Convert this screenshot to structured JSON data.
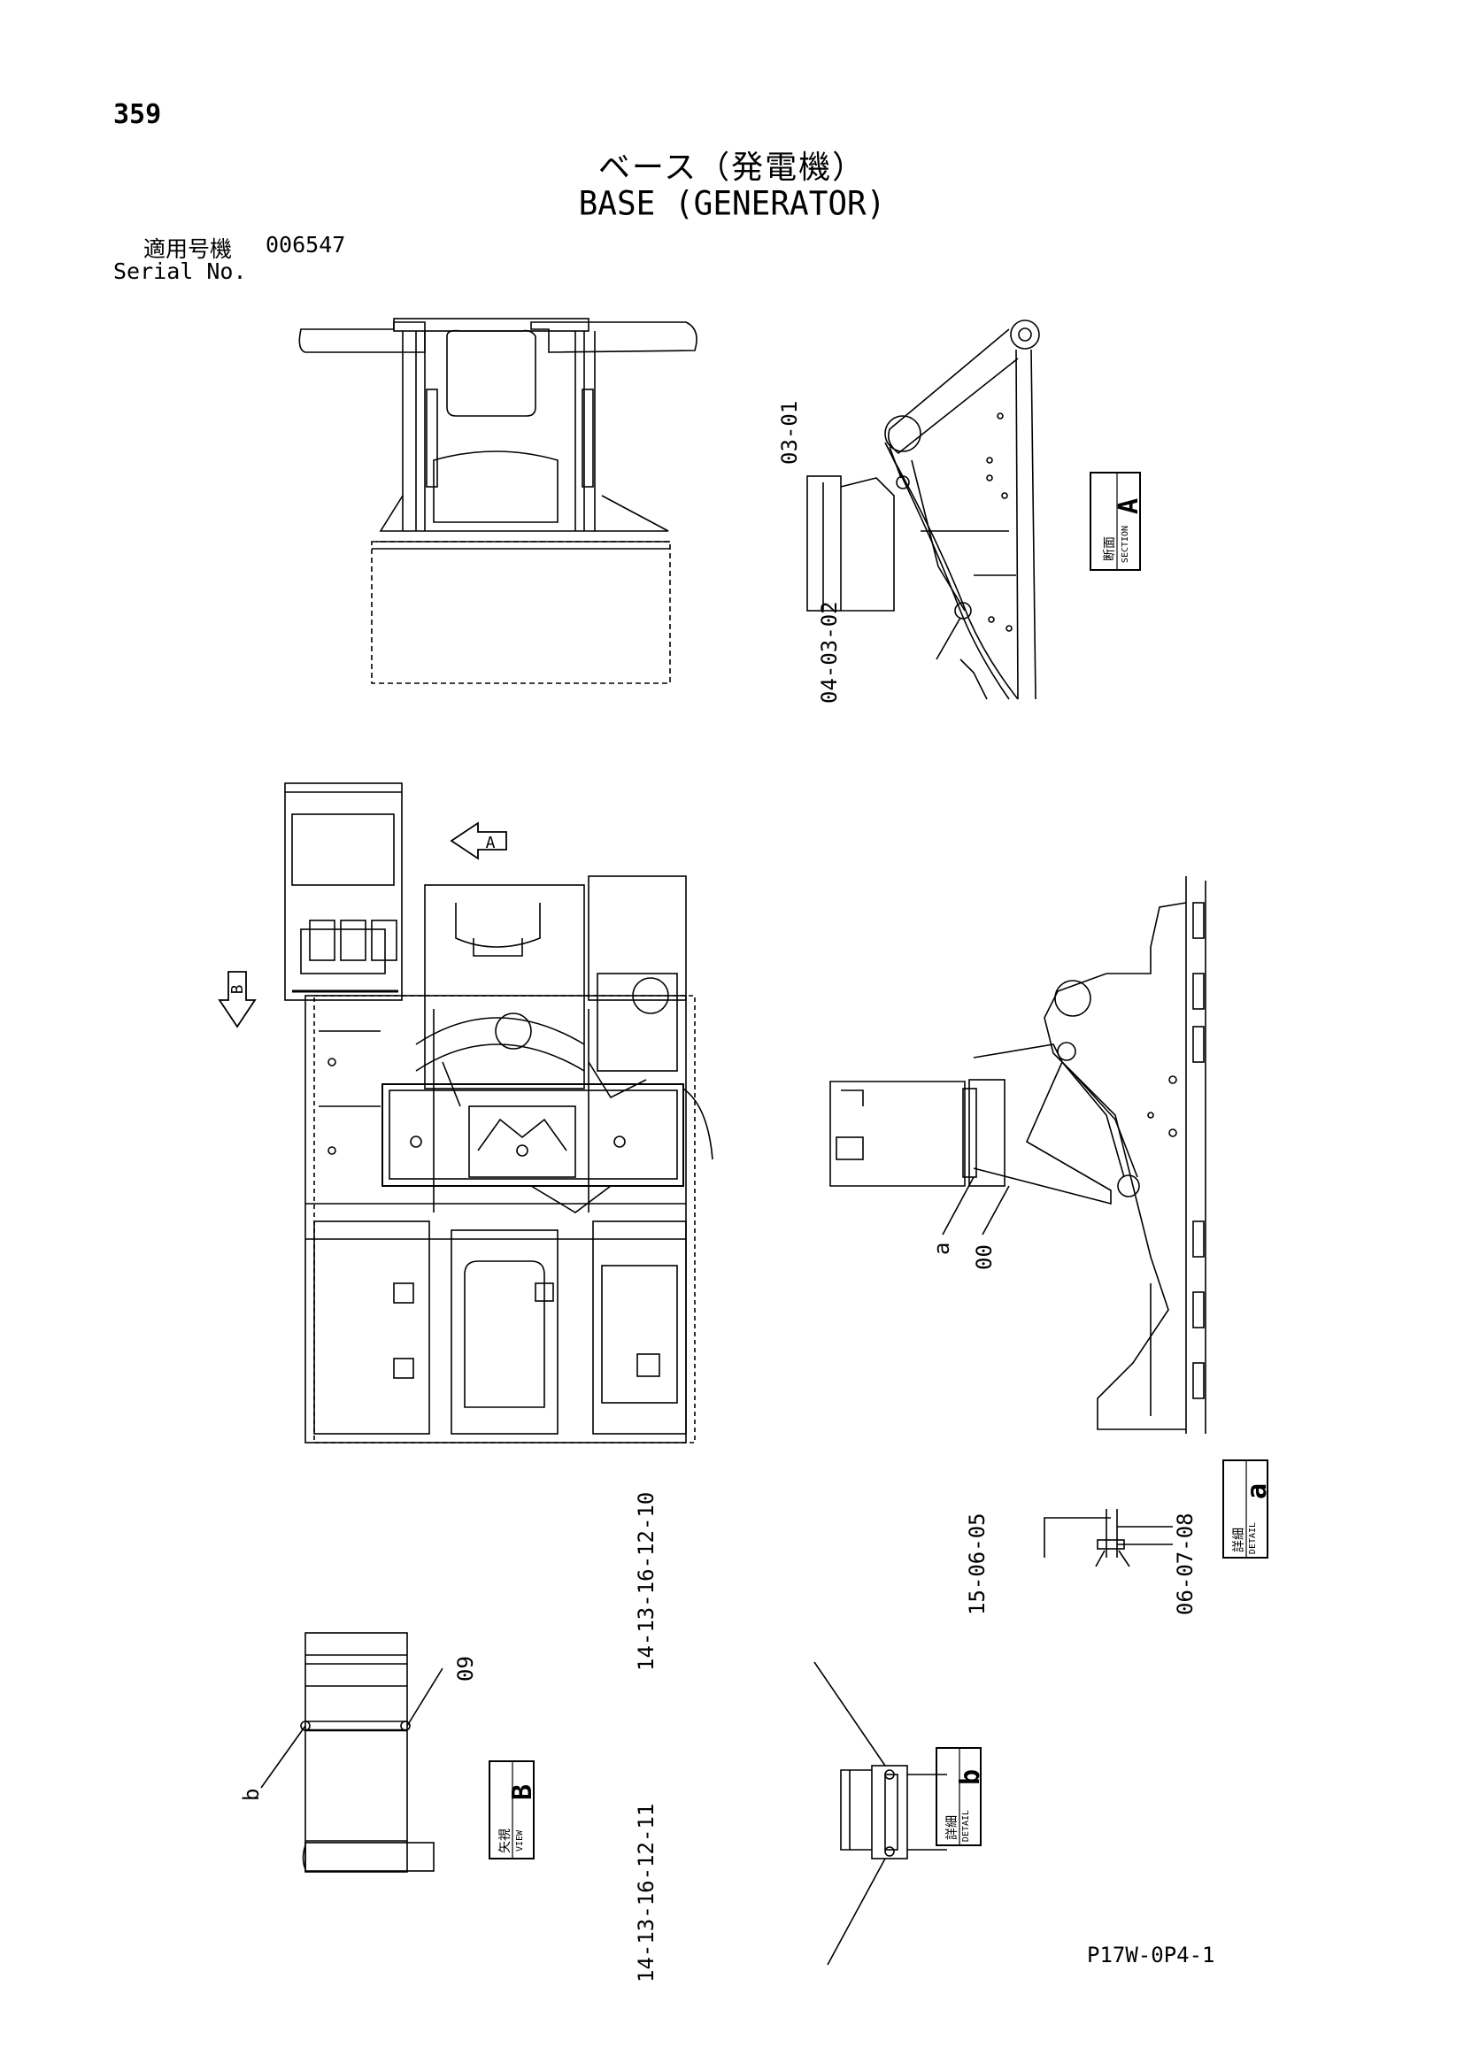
{
  "page": {
    "number": "359",
    "title_jp": "ベース（発電機）",
    "title_en": "BASE (GENERATOR)",
    "serial_label_jp": "適用号機",
    "serial_value": "006547",
    "serial_label_en": "Serial No.",
    "drawing_code": "P17W-0P4-1"
  },
  "views": {
    "section_a": {
      "jp": "断面",
      "en": "SECTION",
      "letter": "A"
    },
    "detail_a": {
      "jp": "詳細",
      "en": "DETAIL",
      "letter": "a"
    },
    "view_b": {
      "jp": "矢視",
      "en": "VIEW",
      "letter": "B"
    },
    "detail_b": {
      "jp": "詳細",
      "en": "DETAIL",
      "letter": "b"
    },
    "arrow_a": "A",
    "arrow_b": "B"
  },
  "callouts": {
    "sec_a_top": "03-01",
    "sec_a_bottom": "04-03-02",
    "side_a": "a",
    "side_00": "00",
    "det_a_left": "15-06-05",
    "det_a_right": "06-07-08",
    "view_b_09": "09",
    "view_b_b": "b",
    "det_b_top": "14-13-16-12-10",
    "det_b_bottom": "14-13-16-12-11"
  }
}
